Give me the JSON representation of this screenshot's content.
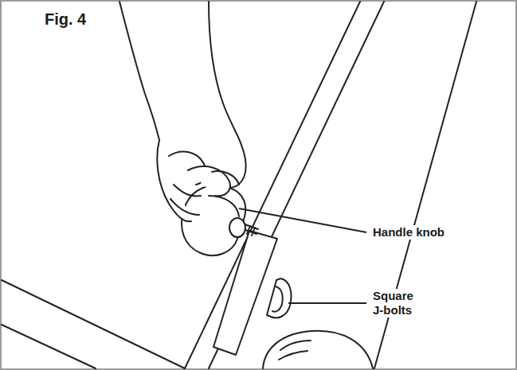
{
  "diagram": {
    "title": "Fig. 4",
    "labels": [
      "Handle knob",
      "Square J-bolts"
    ]
  }
}
